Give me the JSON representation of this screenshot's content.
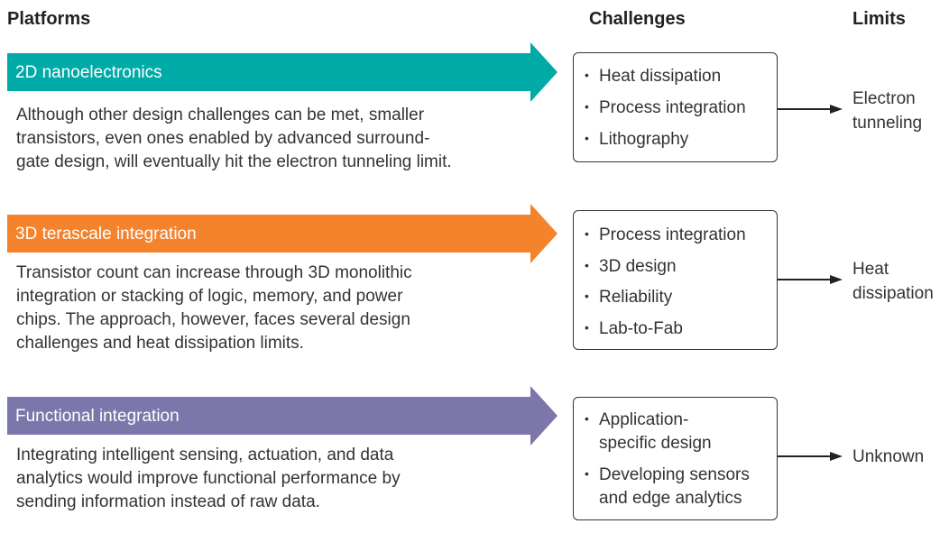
{
  "headers": {
    "platforms": "Platforms",
    "challenges": "Challenges",
    "limits": "Limits"
  },
  "colors": {
    "teal": "#00aba7",
    "orange": "#f5832b",
    "purple": "#7b77ab",
    "box_border": "#333333",
    "arrow": "#222222"
  },
  "rows": [
    {
      "platform": "2D nanoelectronics",
      "description": [
        "Although other design challenges can be met, smaller",
        "transistors, even ones enabled by advanced surround-",
        "gate design, will eventually hit the electron tunneling limit."
      ],
      "challenges": [
        [
          "Heat dissipation"
        ],
        [
          "Process integration"
        ],
        [
          "Lithography"
        ]
      ],
      "limit": [
        "Electron",
        "tunneling"
      ]
    },
    {
      "platform": "3D terascale integration",
      "description": [
        "Transistor count can increase through 3D monolithic",
        "integration or stacking of logic, memory, and power",
        "chips. The approach, however, faces several design",
        "challenges and heat dissipation limits."
      ],
      "challenges": [
        [
          "Process integration"
        ],
        [
          "3D design"
        ],
        [
          "Reliability"
        ],
        [
          "Lab-to-Fab"
        ]
      ],
      "limit": [
        "Heat",
        "dissipation"
      ]
    },
    {
      "platform": "Functional integration",
      "description": [
        "Integrating intelligent sensing, actuation, and data",
        "analytics would improve functional performance by",
        "sending information instead of raw data."
      ],
      "challenges": [
        [
          "Application-",
          "specific design"
        ],
        [
          "Developing sensors",
          "and edge analytics"
        ]
      ],
      "limit": [
        "Unknown"
      ]
    }
  ]
}
